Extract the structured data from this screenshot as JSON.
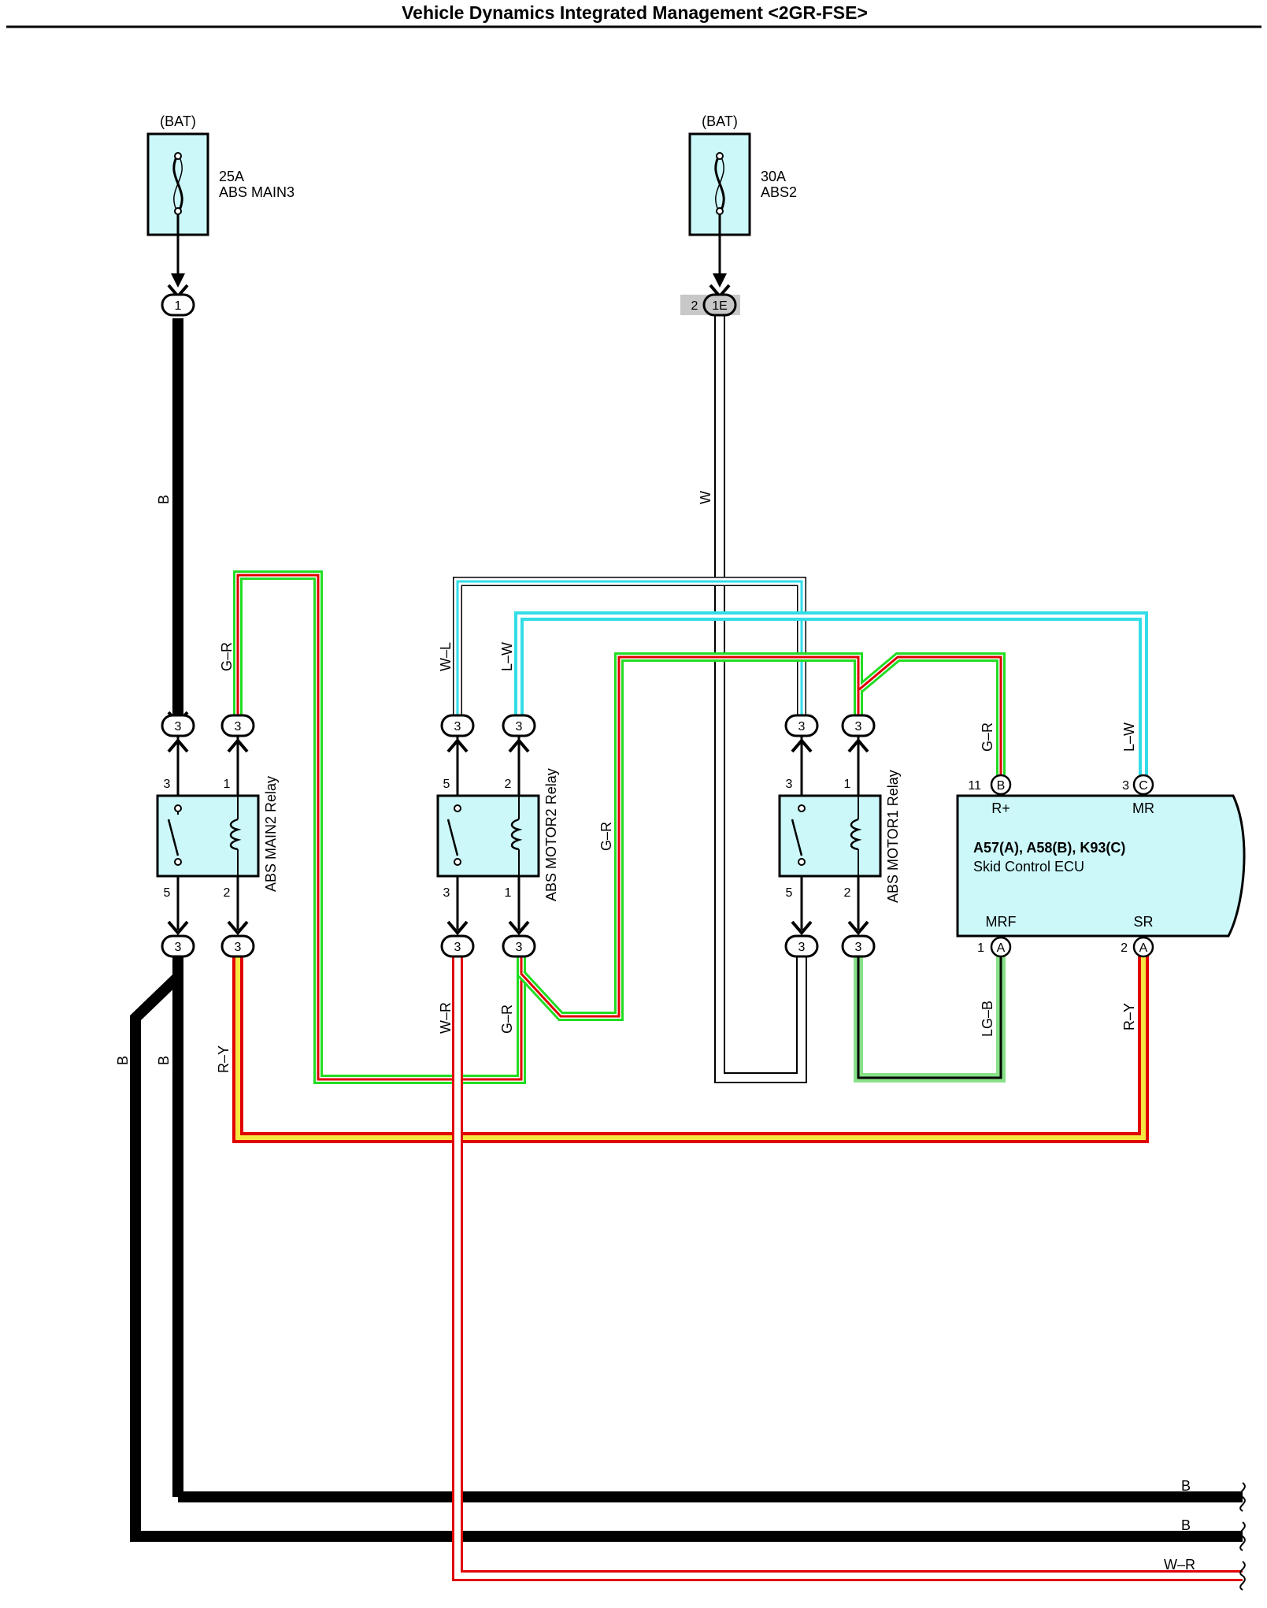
{
  "title": "Vehicle Dynamics Integrated Management <2GR-FSE>",
  "colors": {
    "black": "#000000",
    "white": "#ffffff",
    "green": "#22dd22",
    "red": "#e00000",
    "yellow": "#f5e642",
    "light_blue": "#33dde8",
    "light_green": "#88e088",
    "component_fill": "#ccf8fa"
  },
  "fuses": [
    {
      "source": "(BAT)",
      "rating": "25A",
      "name": "ABS MAIN3",
      "connector_pin": "1",
      "connector_id": ""
    },
    {
      "source": "(BAT)",
      "rating": "30A",
      "name": "ABS2",
      "connector_pin": "1E",
      "connector_id": "2"
    }
  ],
  "relays": [
    {
      "name": "ABS MAIN2 Relay",
      "pins": {
        "top_left": "3",
        "top_right": "1",
        "bottom_left": "5",
        "bottom_right": "2"
      },
      "connectors": {
        "top_left": "3",
        "top_right": "3",
        "bottom_left": "3",
        "bottom_right": "3"
      }
    },
    {
      "name": "ABS MOTOR2 Relay",
      "pins": {
        "top_left": "5",
        "top_right": "2",
        "bottom_left": "3",
        "bottom_right": "1"
      },
      "connectors": {
        "top_left": "3",
        "top_right": "3",
        "bottom_left": "3",
        "bottom_right": "3"
      }
    },
    {
      "name": "ABS MOTOR1 Relay",
      "pins": {
        "top_left": "3",
        "top_right": "1",
        "bottom_left": "5",
        "bottom_right": "2"
      },
      "connectors": {
        "top_left": "3",
        "top_right": "3",
        "bottom_left": "3",
        "bottom_right": "3"
      }
    }
  ],
  "ecu": {
    "connectors_label": "A57(A), A58(B), K93(C)",
    "name": "Skid Control ECU",
    "terminals": {
      "r_plus": {
        "label": "R+",
        "pin": "11",
        "connector": "B"
      },
      "mr": {
        "label": "MR",
        "pin": "3",
        "connector": "C"
      },
      "mrf": {
        "label": "MRF",
        "pin": "1",
        "connector": "A"
      },
      "sr": {
        "label": "SR",
        "pin": "2",
        "connector": "A"
      }
    }
  },
  "wire_labels": {
    "b_main": "B",
    "w_abs2": "W",
    "gr_main2": "G–R",
    "wl": "W–L",
    "lw_left": "L–W",
    "gr_mid": "G–R",
    "gr_ecu": "G–R",
    "lw_ecu": "L–W",
    "b_left1": "B",
    "b_left2": "B",
    "ry_main2": "R–Y",
    "wr_motor2": "W–R",
    "gr_motor2": "G–R",
    "lgb": "LG–B",
    "ry_ecu": "R–Y"
  },
  "bottom_labels": [
    "B",
    "B",
    "W–R"
  ]
}
